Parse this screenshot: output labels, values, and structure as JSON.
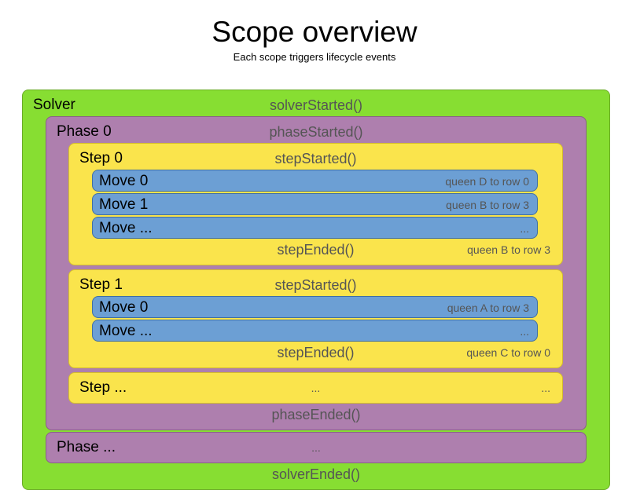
{
  "header": {
    "title": "Scope overview",
    "subtitle": "Each scope triggers lifecycle events"
  },
  "colors": {
    "solver": "#87DE32",
    "phase": "#AE7FAE",
    "step": "#FAE44C",
    "move": "#6C9FD4",
    "label_text": "#000000",
    "event_text": "#555555",
    "background": "#ffffff"
  },
  "diagram": {
    "solver": {
      "label": "Solver",
      "started_event": "solverStarted()",
      "ended_event": "solverEnded()",
      "phases": [
        {
          "label": "Phase 0",
          "started_event": "phaseStarted()",
          "ended_event": "phaseEnded()",
          "steps": [
            {
              "label": "Step 0",
              "started_event": "stepStarted()",
              "ended_event": "stepEnded()",
              "ended_detail": "queen B to row 3",
              "moves": [
                {
                  "label": "Move 0",
                  "detail": "queen D to row 0"
                },
                {
                  "label": "Move 1",
                  "detail": "queen B to row 3"
                },
                {
                  "label": "Move ...",
                  "detail": "..."
                }
              ]
            },
            {
              "label": "Step 1",
              "started_event": "stepStarted()",
              "ended_event": "stepEnded()",
              "ended_detail": "queen C to row 0",
              "moves": [
                {
                  "label": "Move 0",
                  "detail": "queen A to row 3"
                },
                {
                  "label": "Move ...",
                  "detail": "..."
                }
              ]
            }
          ],
          "ellipsis_step": {
            "label": "Step ...",
            "center": "...",
            "right": "..."
          }
        }
      ],
      "ellipsis_phase": {
        "label": "Phase ...",
        "center": "..."
      }
    }
  }
}
